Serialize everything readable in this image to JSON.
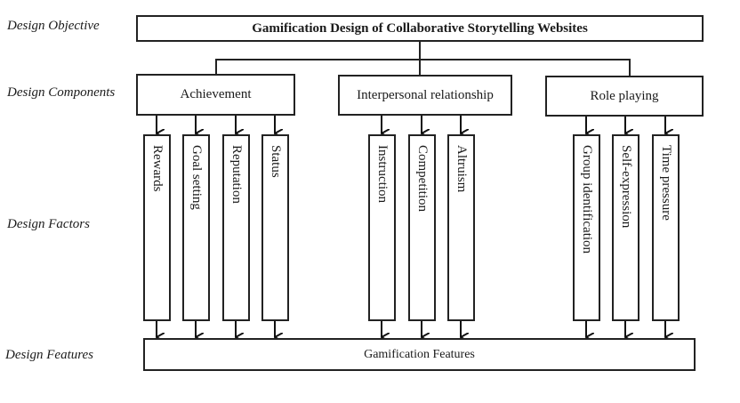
{
  "row_labels": {
    "objective": "Design Objective",
    "components": "Design Components",
    "factors": "Design Factors",
    "features": "Design Features"
  },
  "objective": "Gamification Design of Collaborative Storytelling Websites",
  "components": [
    {
      "label": "Achievement",
      "factors": [
        "Rewards",
        "Goal setting",
        "Reputation",
        "Status"
      ]
    },
    {
      "label": "Interpersonal relationship",
      "factors": [
        "Instruction",
        "Competition",
        "Altruism"
      ]
    },
    {
      "label": "Role playing",
      "factors": [
        "Group identification",
        "Self-expression",
        "Time pressure"
      ]
    }
  ],
  "features": "Gamification Features"
}
